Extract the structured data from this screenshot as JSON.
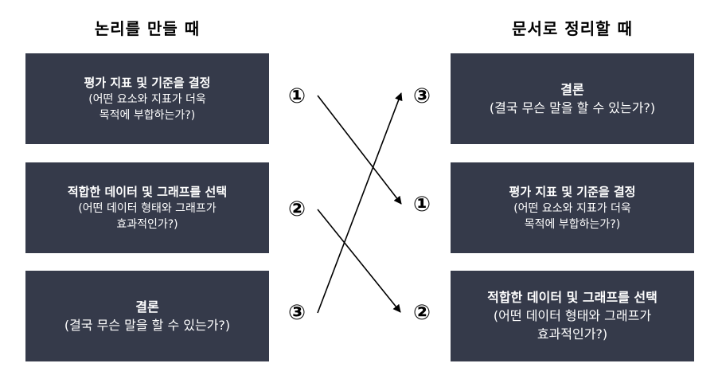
{
  "left": {
    "title": "논리를 만들 때",
    "boxes": [
      {
        "heading": "평가 지표 및 기준을 결정",
        "desc": "(어떤 요소와 지표가 더욱\n목적에 부합하는가?)"
      },
      {
        "heading": "적합한 데이터 및 그래프를 선택",
        "desc": "(어떤 데이터 형태와 그래프가\n효과적인가?)"
      },
      {
        "heading": "결론",
        "desc": "(결국 무슨 말을 할 수 있는가?)"
      }
    ],
    "numbers": [
      "①",
      "②",
      "③"
    ]
  },
  "right": {
    "title": "문서로 정리할 때",
    "boxes": [
      {
        "heading": "결론",
        "desc": "(결국 무슨 말을 할 수 있는가?)"
      },
      {
        "heading": "평가 지표 및 기준을 결정",
        "desc": "(어떤 요소와 지표가 더욱\n목적에 부합하는가?)"
      },
      {
        "heading": "적합한 데이터 및 그래프를 선택",
        "desc": "(어떤 데이터 형태와 그래프가\n효과적인가?)"
      }
    ],
    "numbers": [
      "③",
      "①",
      "②"
    ]
  },
  "colors": {
    "box_bg": "#353a4a",
    "box_text": "#ffffff",
    "arrow": "#000000"
  }
}
